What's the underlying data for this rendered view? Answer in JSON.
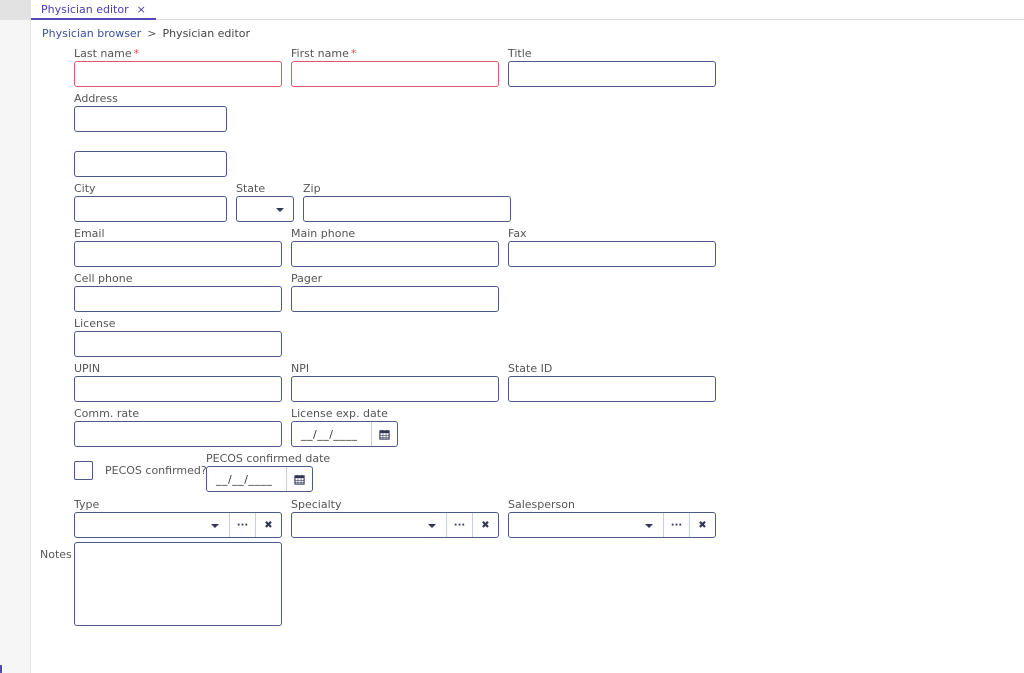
{
  "tab": {
    "label": "Physician editor",
    "close": "×"
  },
  "breadcrumb": {
    "parent": "Physician browser",
    "separator": ">",
    "current": "Physician editor"
  },
  "form": {
    "last_name": {
      "label": "Last name",
      "required_mark": "*",
      "value": ""
    },
    "first_name": {
      "label": "First name",
      "required_mark": "*",
      "value": ""
    },
    "title": {
      "label": "Title",
      "value": ""
    },
    "address": {
      "label": "Address",
      "line1": "",
      "line2": ""
    },
    "city": {
      "label": "City",
      "value": ""
    },
    "state": {
      "label": "State",
      "value": ""
    },
    "zip": {
      "label": "Zip",
      "value": ""
    },
    "email": {
      "label": "Email",
      "value": ""
    },
    "main_phone": {
      "label": "Main phone",
      "value": ""
    },
    "fax": {
      "label": "Fax",
      "value": ""
    },
    "cell_phone": {
      "label": "Cell phone",
      "value": ""
    },
    "pager": {
      "label": "Pager",
      "value": ""
    },
    "license": {
      "label": "License",
      "value": ""
    },
    "upin": {
      "label": "UPIN",
      "value": ""
    },
    "npi": {
      "label": "NPI",
      "value": ""
    },
    "state_id": {
      "label": "State ID",
      "value": ""
    },
    "comm_rate": {
      "label": "Comm. rate",
      "value": ""
    },
    "license_exp_date": {
      "label": "License exp. date",
      "value": "__/__/____"
    },
    "pecos_confirmed": {
      "label": "PECOS confirmed?",
      "checked": false
    },
    "pecos_confirmed_date": {
      "label": "PECOS confirmed date",
      "value": "__/__/____"
    },
    "type": {
      "label": "Type",
      "value": "",
      "more": "···",
      "clear": "✖"
    },
    "specialty": {
      "label": "Specialty",
      "value": "",
      "more": "···",
      "clear": "✖"
    },
    "salesperson": {
      "label": "Salesperson",
      "value": "",
      "more": "···",
      "clear": "✖"
    },
    "notes": {
      "label": "Notes",
      "value": ""
    }
  },
  "icons": {
    "calendar": "calendar-icon",
    "dropdown": "chevron-down-icon",
    "more": "ellipsis-icon",
    "clear": "close-icon"
  },
  "colors": {
    "accent": "#5548b8",
    "border": "#4d5a86",
    "error_border": "#e05868",
    "required": "#e04848"
  }
}
